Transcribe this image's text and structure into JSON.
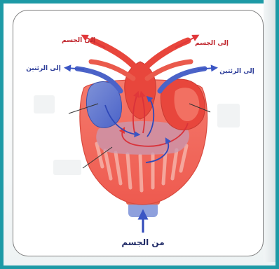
{
  "labels": {
    "to_body_left": "إلى الجسم",
    "to_body_right": "إلى الجسم",
    "to_lungs_left": "إلى الرئتين",
    "to_lungs_right": "إلى الرئتين",
    "from_body": "من الجسم"
  },
  "colors": {
    "frame": "#1d9aa6",
    "oxygenated": "#e8463c",
    "deoxygenated": "#4b63c8",
    "heart_body": "#f36b5f"
  }
}
